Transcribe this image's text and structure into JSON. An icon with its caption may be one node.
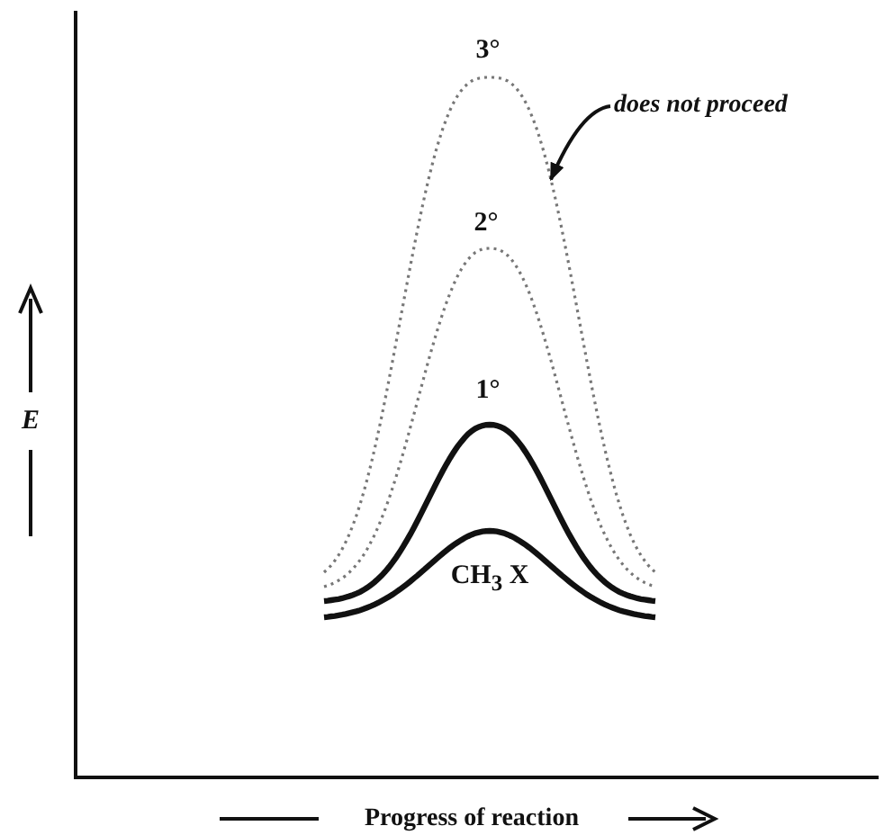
{
  "diagram": {
    "nodes": [
      {
        "text": [
          "does not proceed"
        ]
      },
      {
        "text": [],
        "shape": "curve"
      }
    ],
    "edges": [
      {
        "from": 0,
        "to": 1,
        "arrow": "to"
      }
    ],
    "labels": [
      "3°",
      "2°",
      "1°",
      "CH$_{3}$ X",
      "E",
      "Progress of reaction"
    ]
  }
}
